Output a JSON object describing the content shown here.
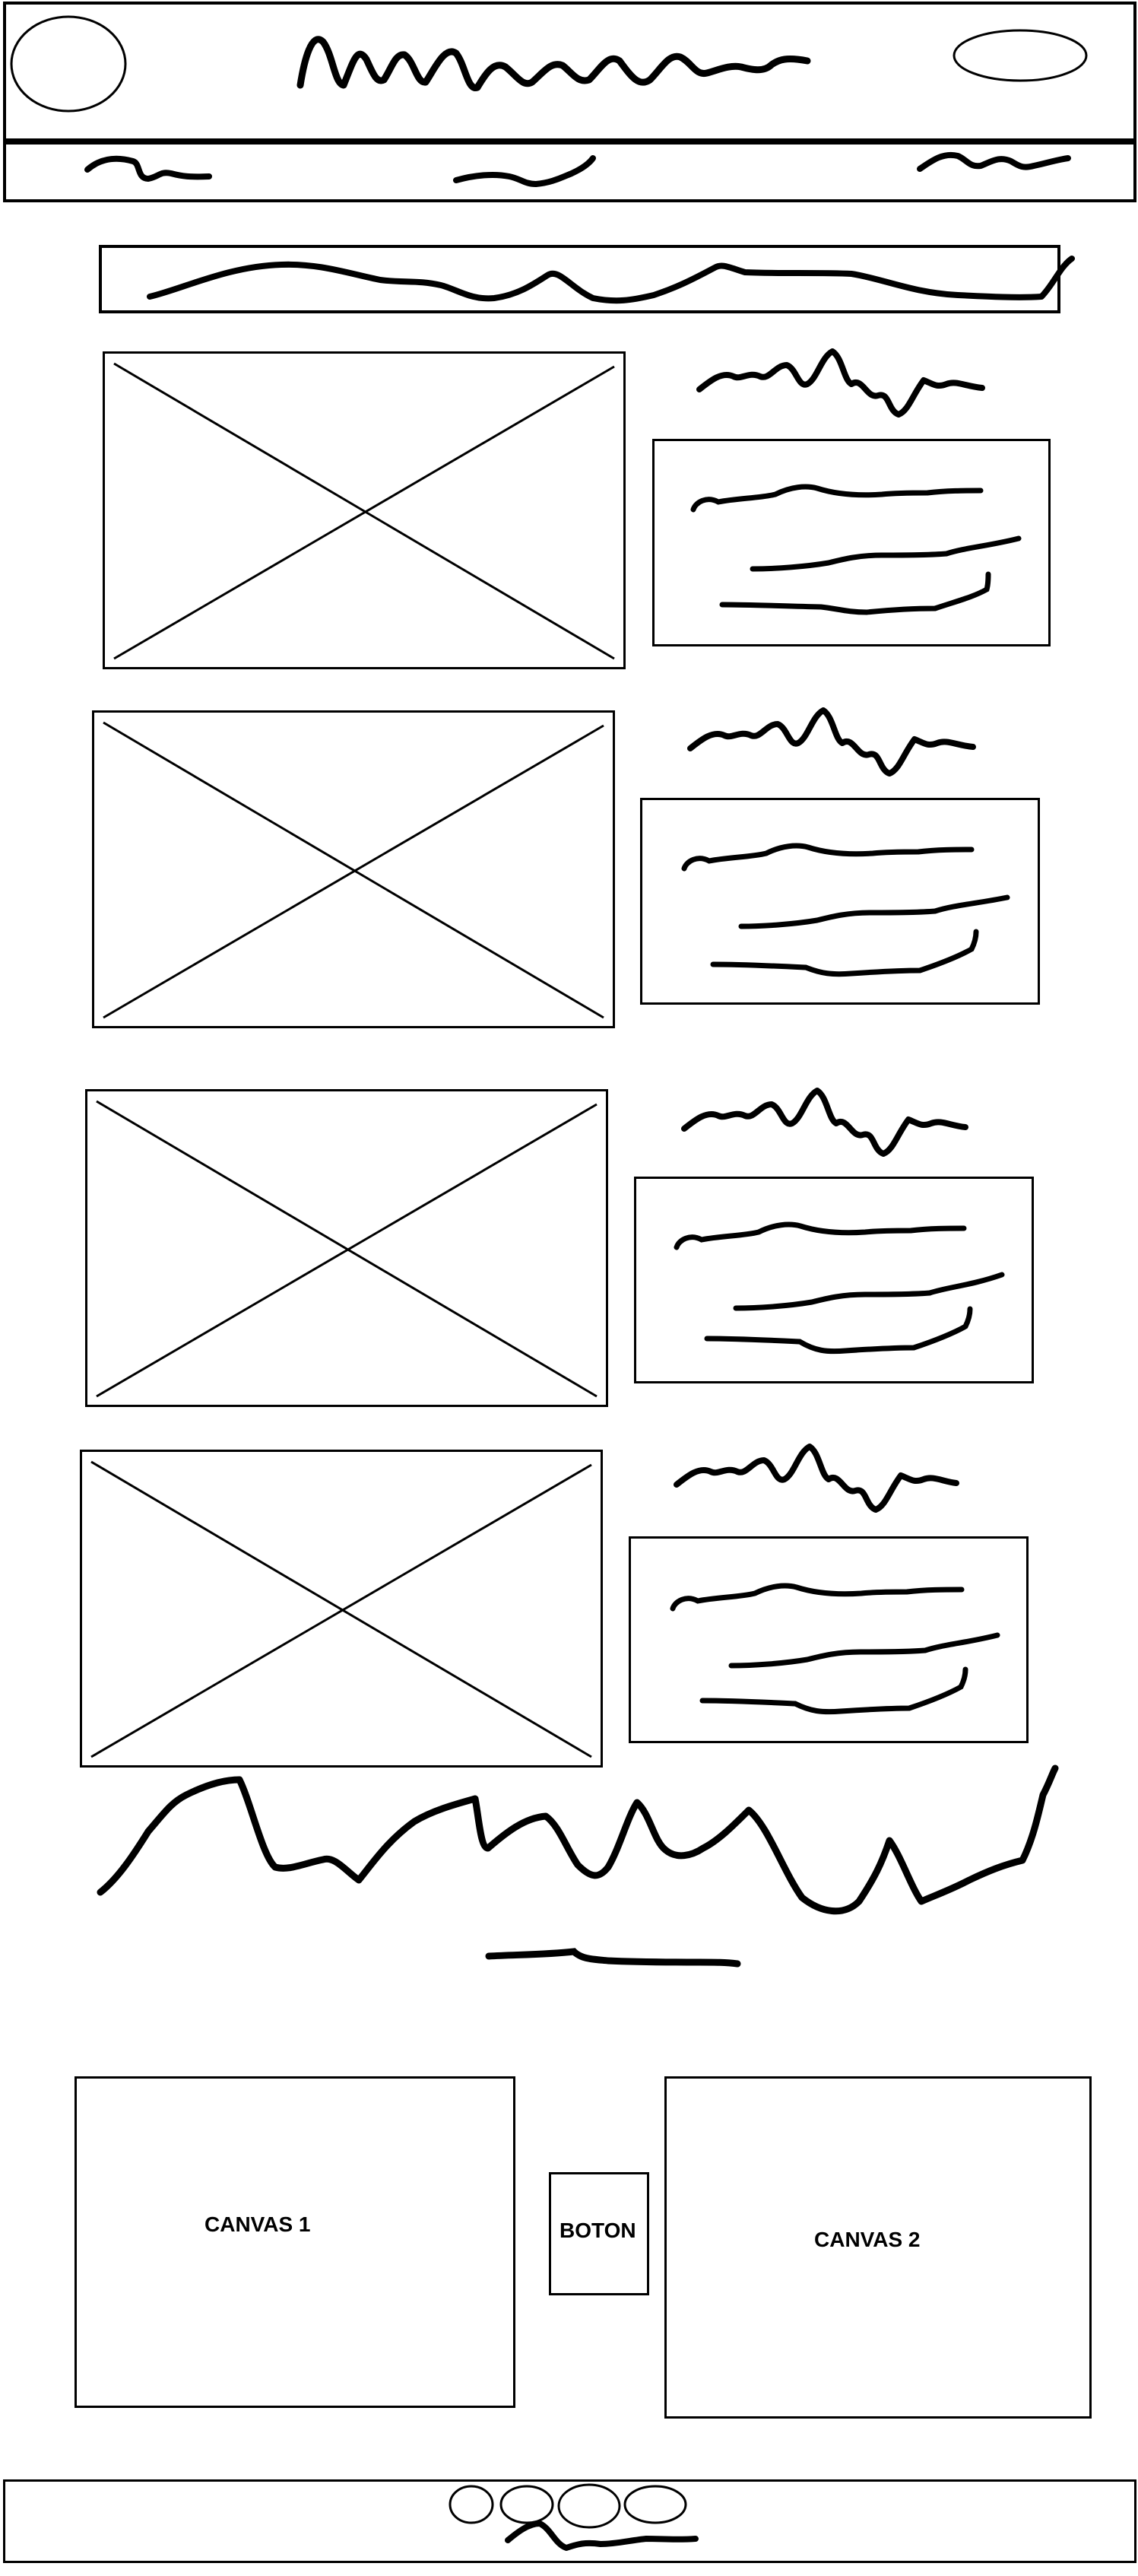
{
  "canvases": {
    "canvas1_label": "CANVAS 1",
    "canvas2_label": "CANVAS 2",
    "button_label": "BOTON"
  },
  "icons": {
    "header_left": "circle-icon",
    "header_right": "oval-icon",
    "placeholder_images": "image-placeholder-icon",
    "footer_icons": [
      "circle-icon",
      "circle-icon",
      "circle-icon",
      "oval-icon"
    ]
  },
  "colors": {
    "stroke": "#000000",
    "background": "#ffffff"
  }
}
